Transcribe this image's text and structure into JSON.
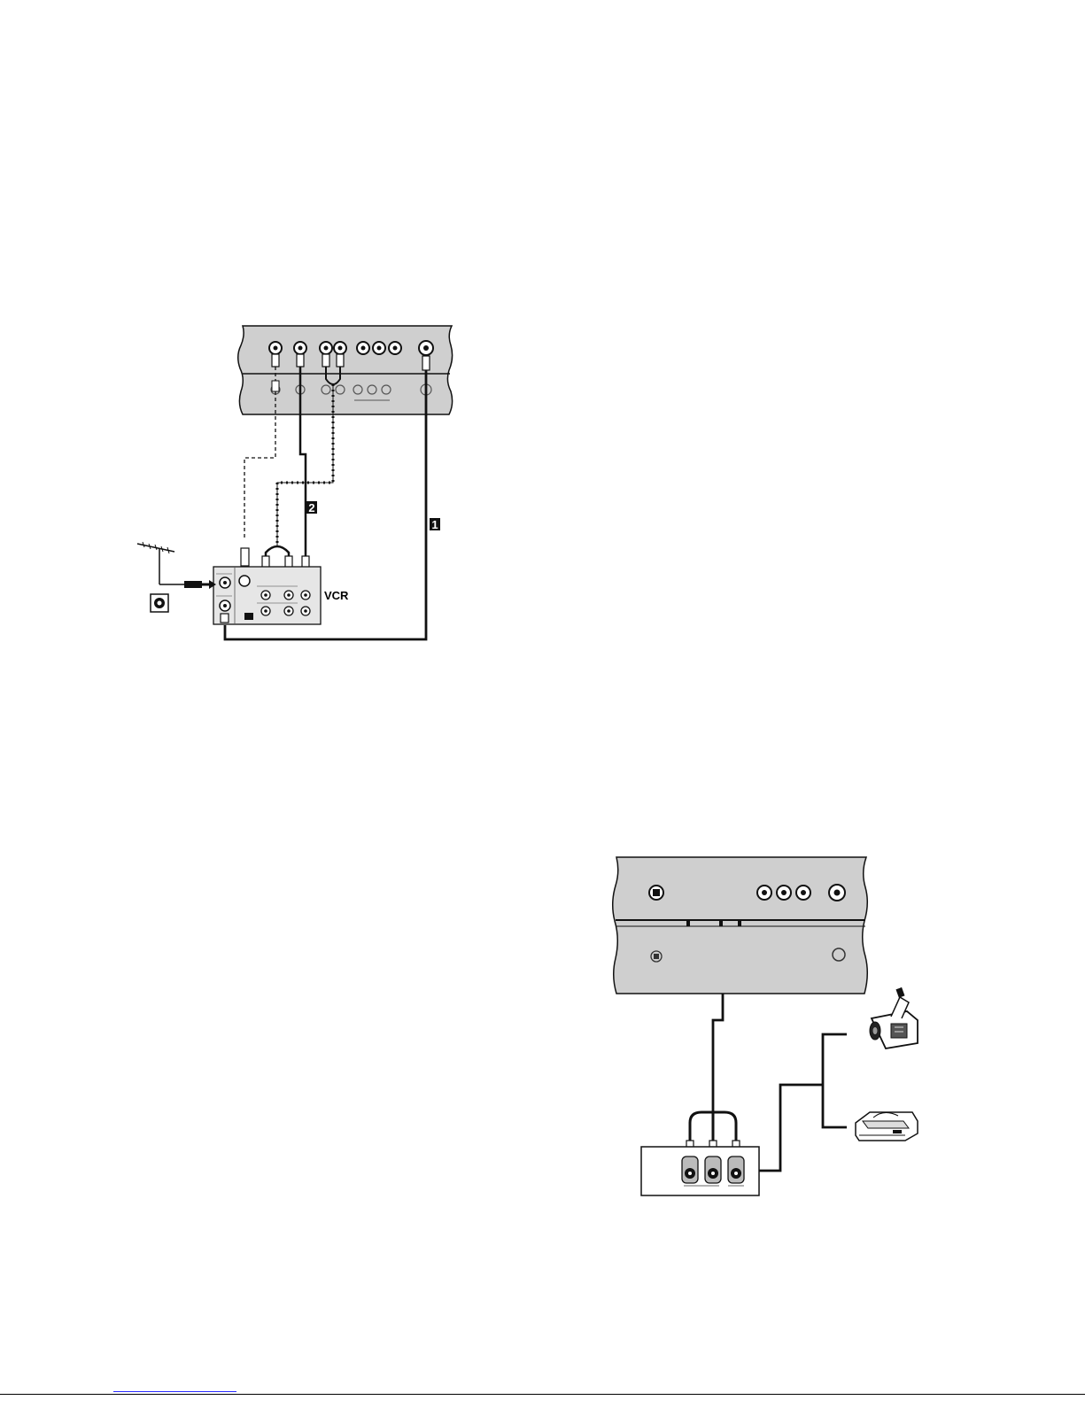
{
  "diagram_vcr": {
    "device_label": "VCR",
    "cable_labels": [
      "2",
      "1"
    ]
  },
  "diagram_camcorder": {
    "sources": [
      "camcorder-icon",
      "game-console-icon"
    ]
  },
  "colors": {
    "panel": "#cfcfcf",
    "ink": "#111111",
    "link": "#2a2aff"
  }
}
